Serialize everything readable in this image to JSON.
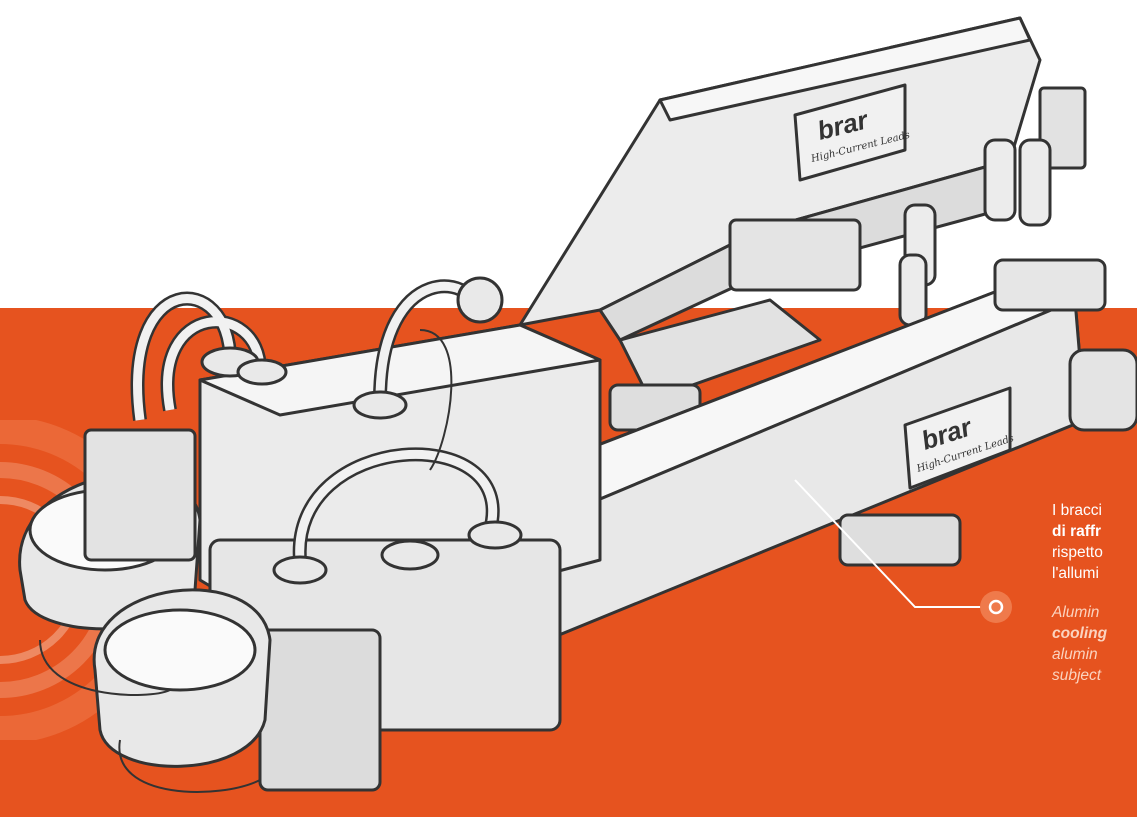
{
  "colors": {
    "accent": "#e6531f",
    "accent_ring": "#ef7a4b",
    "line": "#333333",
    "metal": "#ececec"
  },
  "logo": {
    "brand_text": "brar",
    "tagline": "High-Current Leads"
  },
  "description": {
    "it": {
      "line1": "I bracci",
      "line2": "di raffr",
      "line3": "rispetto",
      "line4": "l'allumi"
    },
    "en": {
      "line1": "Alumin",
      "line2": "cooling",
      "line3": "alumin",
      "line4": "subject"
    }
  },
  "icons": [
    "target-dot-icon",
    "concentric-rings-graphic"
  ]
}
